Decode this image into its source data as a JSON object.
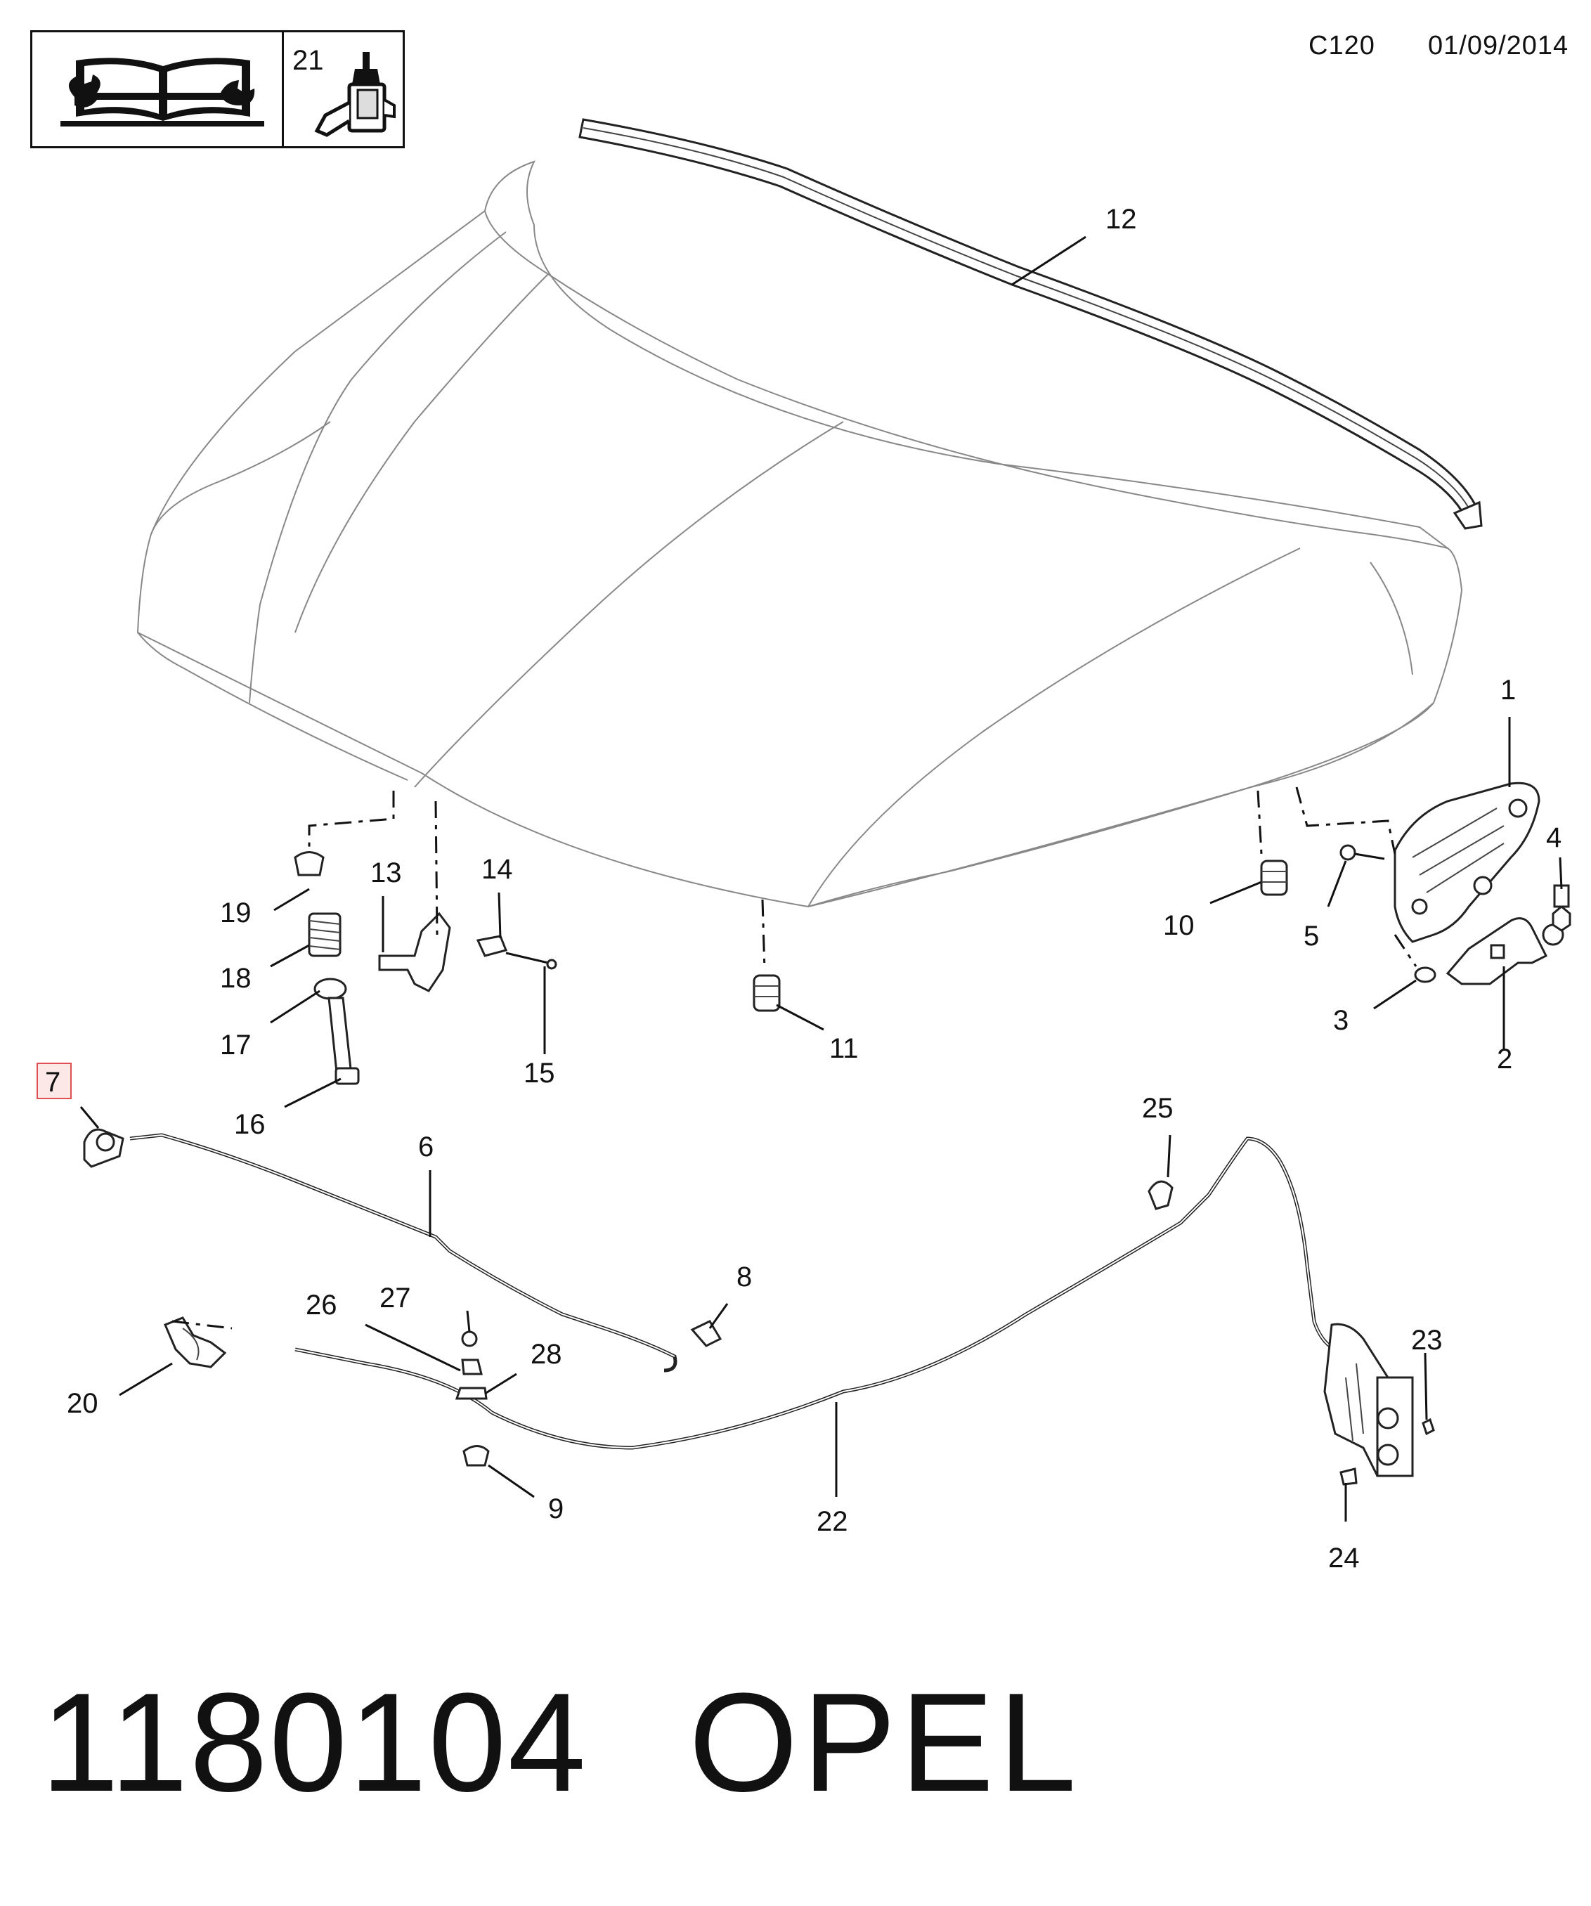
{
  "header": {
    "code": "C120",
    "date": "01/09/2014"
  },
  "icon_panel": {
    "manual_icon": "manual-book-wrench-icon",
    "adhesive_icon": "adhesive-bottle-icon",
    "adhesive_ref": "21"
  },
  "callouts": {
    "c1": "1",
    "c2": "2",
    "c3": "3",
    "c4": "4",
    "c5": "5",
    "c6": "6",
    "c7": "7",
    "c8": "8",
    "c9": "9",
    "c10": "10",
    "c11": "11",
    "c12": "12",
    "c13": "13",
    "c14": "14",
    "c15": "15",
    "c16": "16",
    "c17": "17",
    "c18": "18",
    "c19": "19",
    "c20": "20",
    "c22": "22",
    "c23": "23",
    "c24": "24",
    "c25": "25",
    "c26": "26",
    "c27": "27",
    "c28": "28"
  },
  "highlight": {
    "callout": "7",
    "color": "#e05050",
    "fill": "#fde8e8"
  },
  "footer": {
    "part_number": "1180104",
    "brand": "OPEL"
  }
}
